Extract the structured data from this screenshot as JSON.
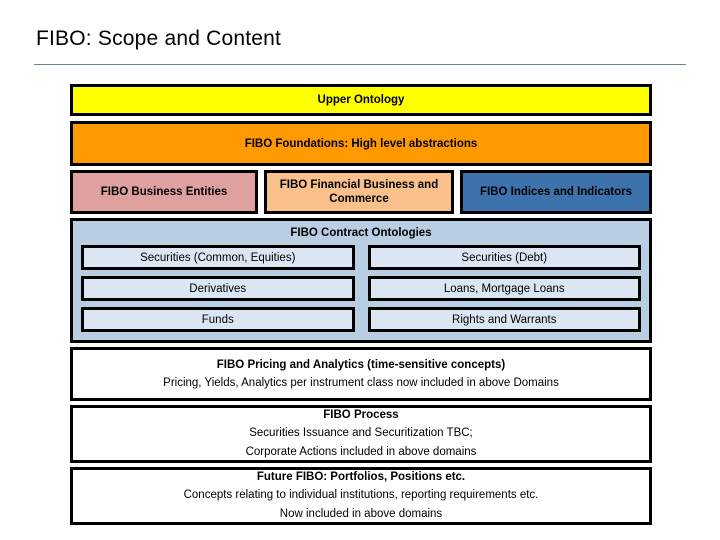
{
  "slide": {
    "title": "FIBO: Scope and Content"
  },
  "diagram": {
    "upper_ontology": {
      "label": "Upper Ontology",
      "color": "#ffff00"
    },
    "foundations": {
      "label": "FIBO Foundations: High level abstractions",
      "color": "#ff9900"
    },
    "domains": [
      {
        "label": "FIBO Business Entities",
        "color": "#dfa0a0"
      },
      {
        "label": "FIBO Financial Business and Commerce",
        "color": "#f9c08c"
      },
      {
        "label": "FIBO Indices and Indicators",
        "color": "#3e72ad"
      }
    ],
    "contract_ontologies": {
      "heading": "FIBO Contract Ontologies",
      "panel_color": "#b9cde3",
      "item_color": "#dce6f2",
      "items": [
        "Securities (Common, Equities)",
        "Securities (Debt)",
        "Derivatives",
        "Loans, Mortgage Loans",
        "Funds",
        "Rights and Warrants"
      ]
    },
    "notes": [
      {
        "title": "FIBO Pricing and Analytics (time-sensitive concepts)",
        "lines": [
          "Pricing, Yields, Analytics per instrument class now included in above Domains"
        ]
      },
      {
        "title": "FIBO Process",
        "lines": [
          "Securities Issuance and Securitization TBC;",
          "Corporate Actions included in above domains"
        ]
      },
      {
        "title": "Future FIBO: Portfolios, Positions etc.",
        "lines": [
          "Concepts relating to individual institutions, reporting requirements etc.",
          "Now included in above domains"
        ]
      }
    ]
  }
}
